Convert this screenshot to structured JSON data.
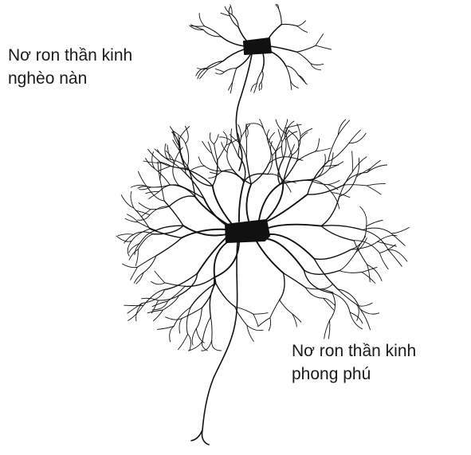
{
  "labels": {
    "poor_neuron": [
      "Nơ ron thần kinh",
      "nghèo nàn"
    ],
    "rich_neuron": [
      "Nơ ron thần kinh",
      "phong phú"
    ]
  },
  "colors": {
    "ink": "#111111",
    "background": "#ffffff"
  }
}
